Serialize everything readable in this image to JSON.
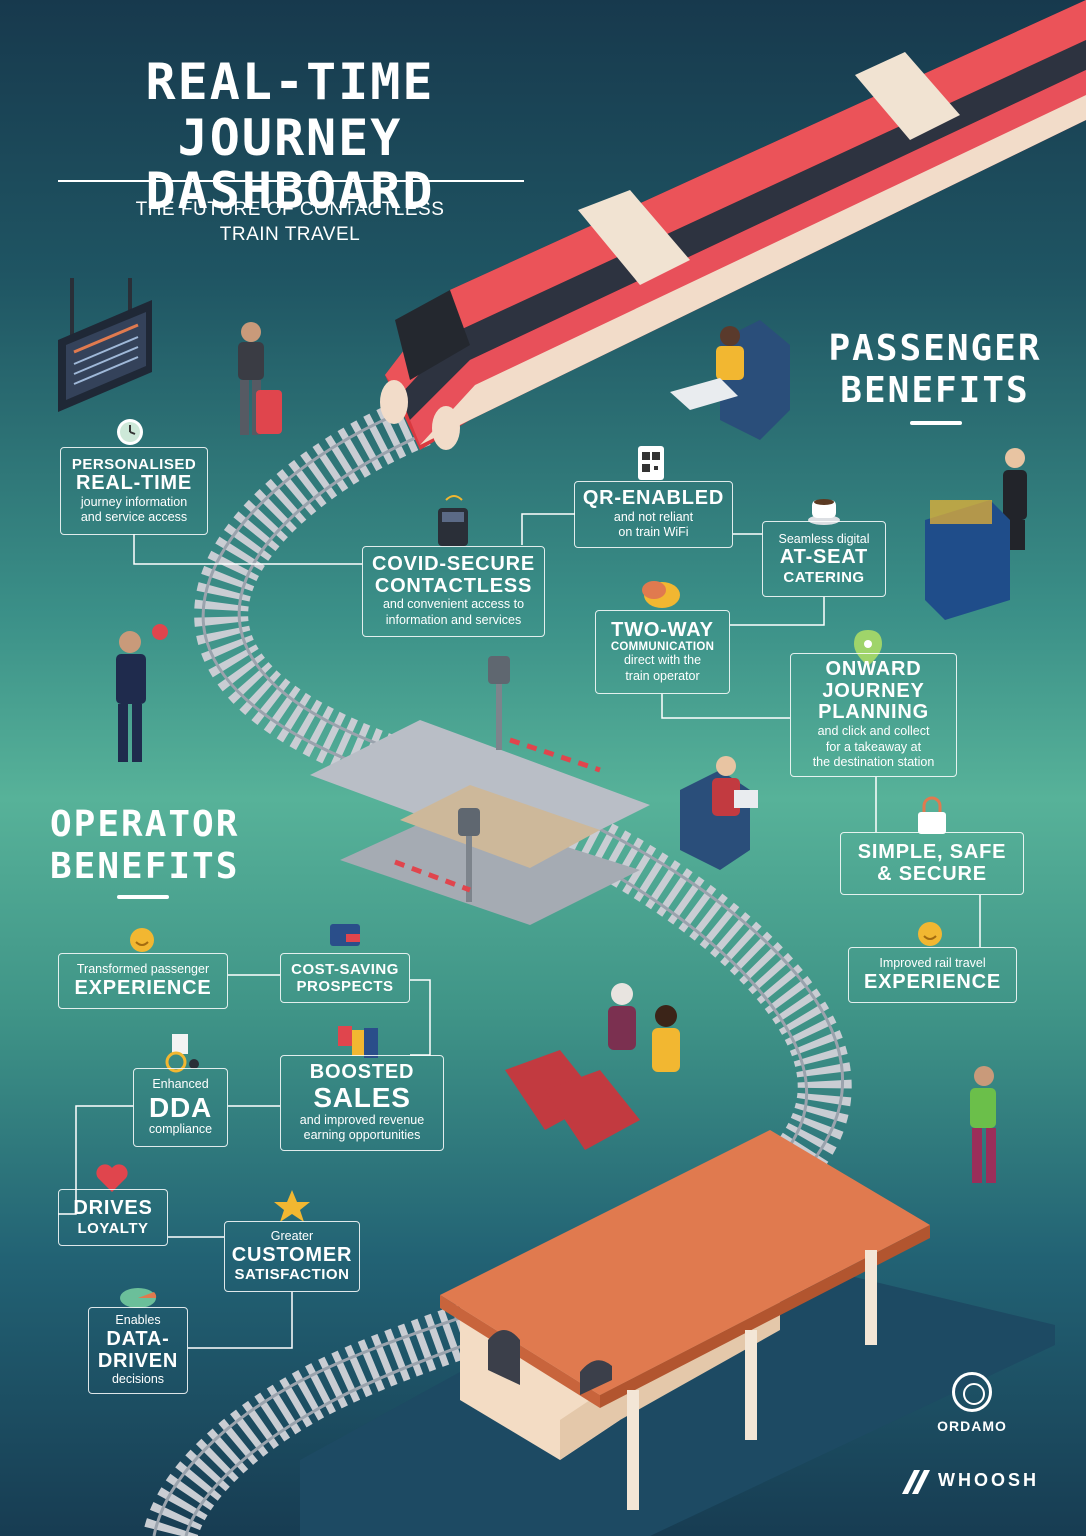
{
  "header": {
    "title_line1": "REAL-TIME",
    "title_line2": "JOURNEY DASHBOARD",
    "subtitle_line1": "THE FUTURE OF CONTACTLESS",
    "subtitle_line2": "TRAIN TRAVEL"
  },
  "passenger_benefits": {
    "heading_line1": "PASSENGER",
    "heading_line2": "BENEFITS",
    "qr": {
      "title": "QR-ENABLED",
      "desc1": "and not reliant",
      "desc2": "on train WiFi"
    },
    "catering": {
      "pre": "Seamless digital",
      "title1": "AT-SEAT",
      "title2": "CATERING"
    },
    "two_way": {
      "title": "TWO-WAY",
      "sub": "COMMUNICATION",
      "desc1": "direct with the",
      "desc2": "train operator"
    },
    "onward": {
      "title1": "ONWARD",
      "title2": "JOURNEY",
      "title3": "PLANNING",
      "desc1": "and click and collect",
      "desc2": "for a takeaway at",
      "desc3": "the destination station"
    },
    "simple": {
      "title1": "SIMPLE, SAFE",
      "title2": "& SECURE"
    },
    "improved": {
      "pre": "Improved rail travel",
      "title": "EXPERIENCE"
    }
  },
  "shared_benefits": {
    "personalised": {
      "pre": "PERSONALISED",
      "title": "REAL-TIME",
      "desc1": "journey information",
      "desc2": "and service access"
    },
    "covid": {
      "title1": "COVID-SECURE",
      "title2": "CONTACTLESS",
      "desc1": "and convenient access to",
      "desc2": "information and services"
    }
  },
  "operator_benefits": {
    "heading_line1": "OPERATOR",
    "heading_line2": "BENEFITS",
    "transformed": {
      "pre": "Transformed passenger",
      "title": "EXPERIENCE"
    },
    "cost": {
      "title1": "COST-SAVING",
      "title2": "PROSPECTS"
    },
    "dda": {
      "pre": "Enhanced",
      "title": "DDA",
      "post": "compliance"
    },
    "sales": {
      "title1": "BOOSTED",
      "title2": "SALES",
      "desc1": "and improved revenue",
      "desc2": "earning opportunities"
    },
    "loyalty": {
      "title1": "DRIVES",
      "title2": "LOYALTY"
    },
    "satisfaction": {
      "pre": "Greater",
      "title1": "CUSTOMER",
      "title2": "SATISFACTION"
    },
    "data": {
      "pre": "Enables",
      "title1": "DATA-",
      "title2": "DRIVEN",
      "post": "decisions"
    }
  },
  "logos": {
    "ordamo": "ORDAMO",
    "whoosh": "WHOOSH"
  },
  "colors": {
    "train_red": "#e0454d",
    "roof_orange": "#e07a4f",
    "accent_yellow": "#f2b731",
    "card_border": "#ffffff"
  },
  "icons": [
    "departure-board-icon",
    "clock-icon",
    "card-reader-icon",
    "qr-code-icon",
    "coffee-cup-icon",
    "chat-bubble-icon",
    "location-pin-icon",
    "padlock-icon",
    "smiley-icon",
    "wallet-icon",
    "wheelchair-icon",
    "blocks-icon",
    "heart-icon",
    "star-icon",
    "pie-chart-icon"
  ]
}
